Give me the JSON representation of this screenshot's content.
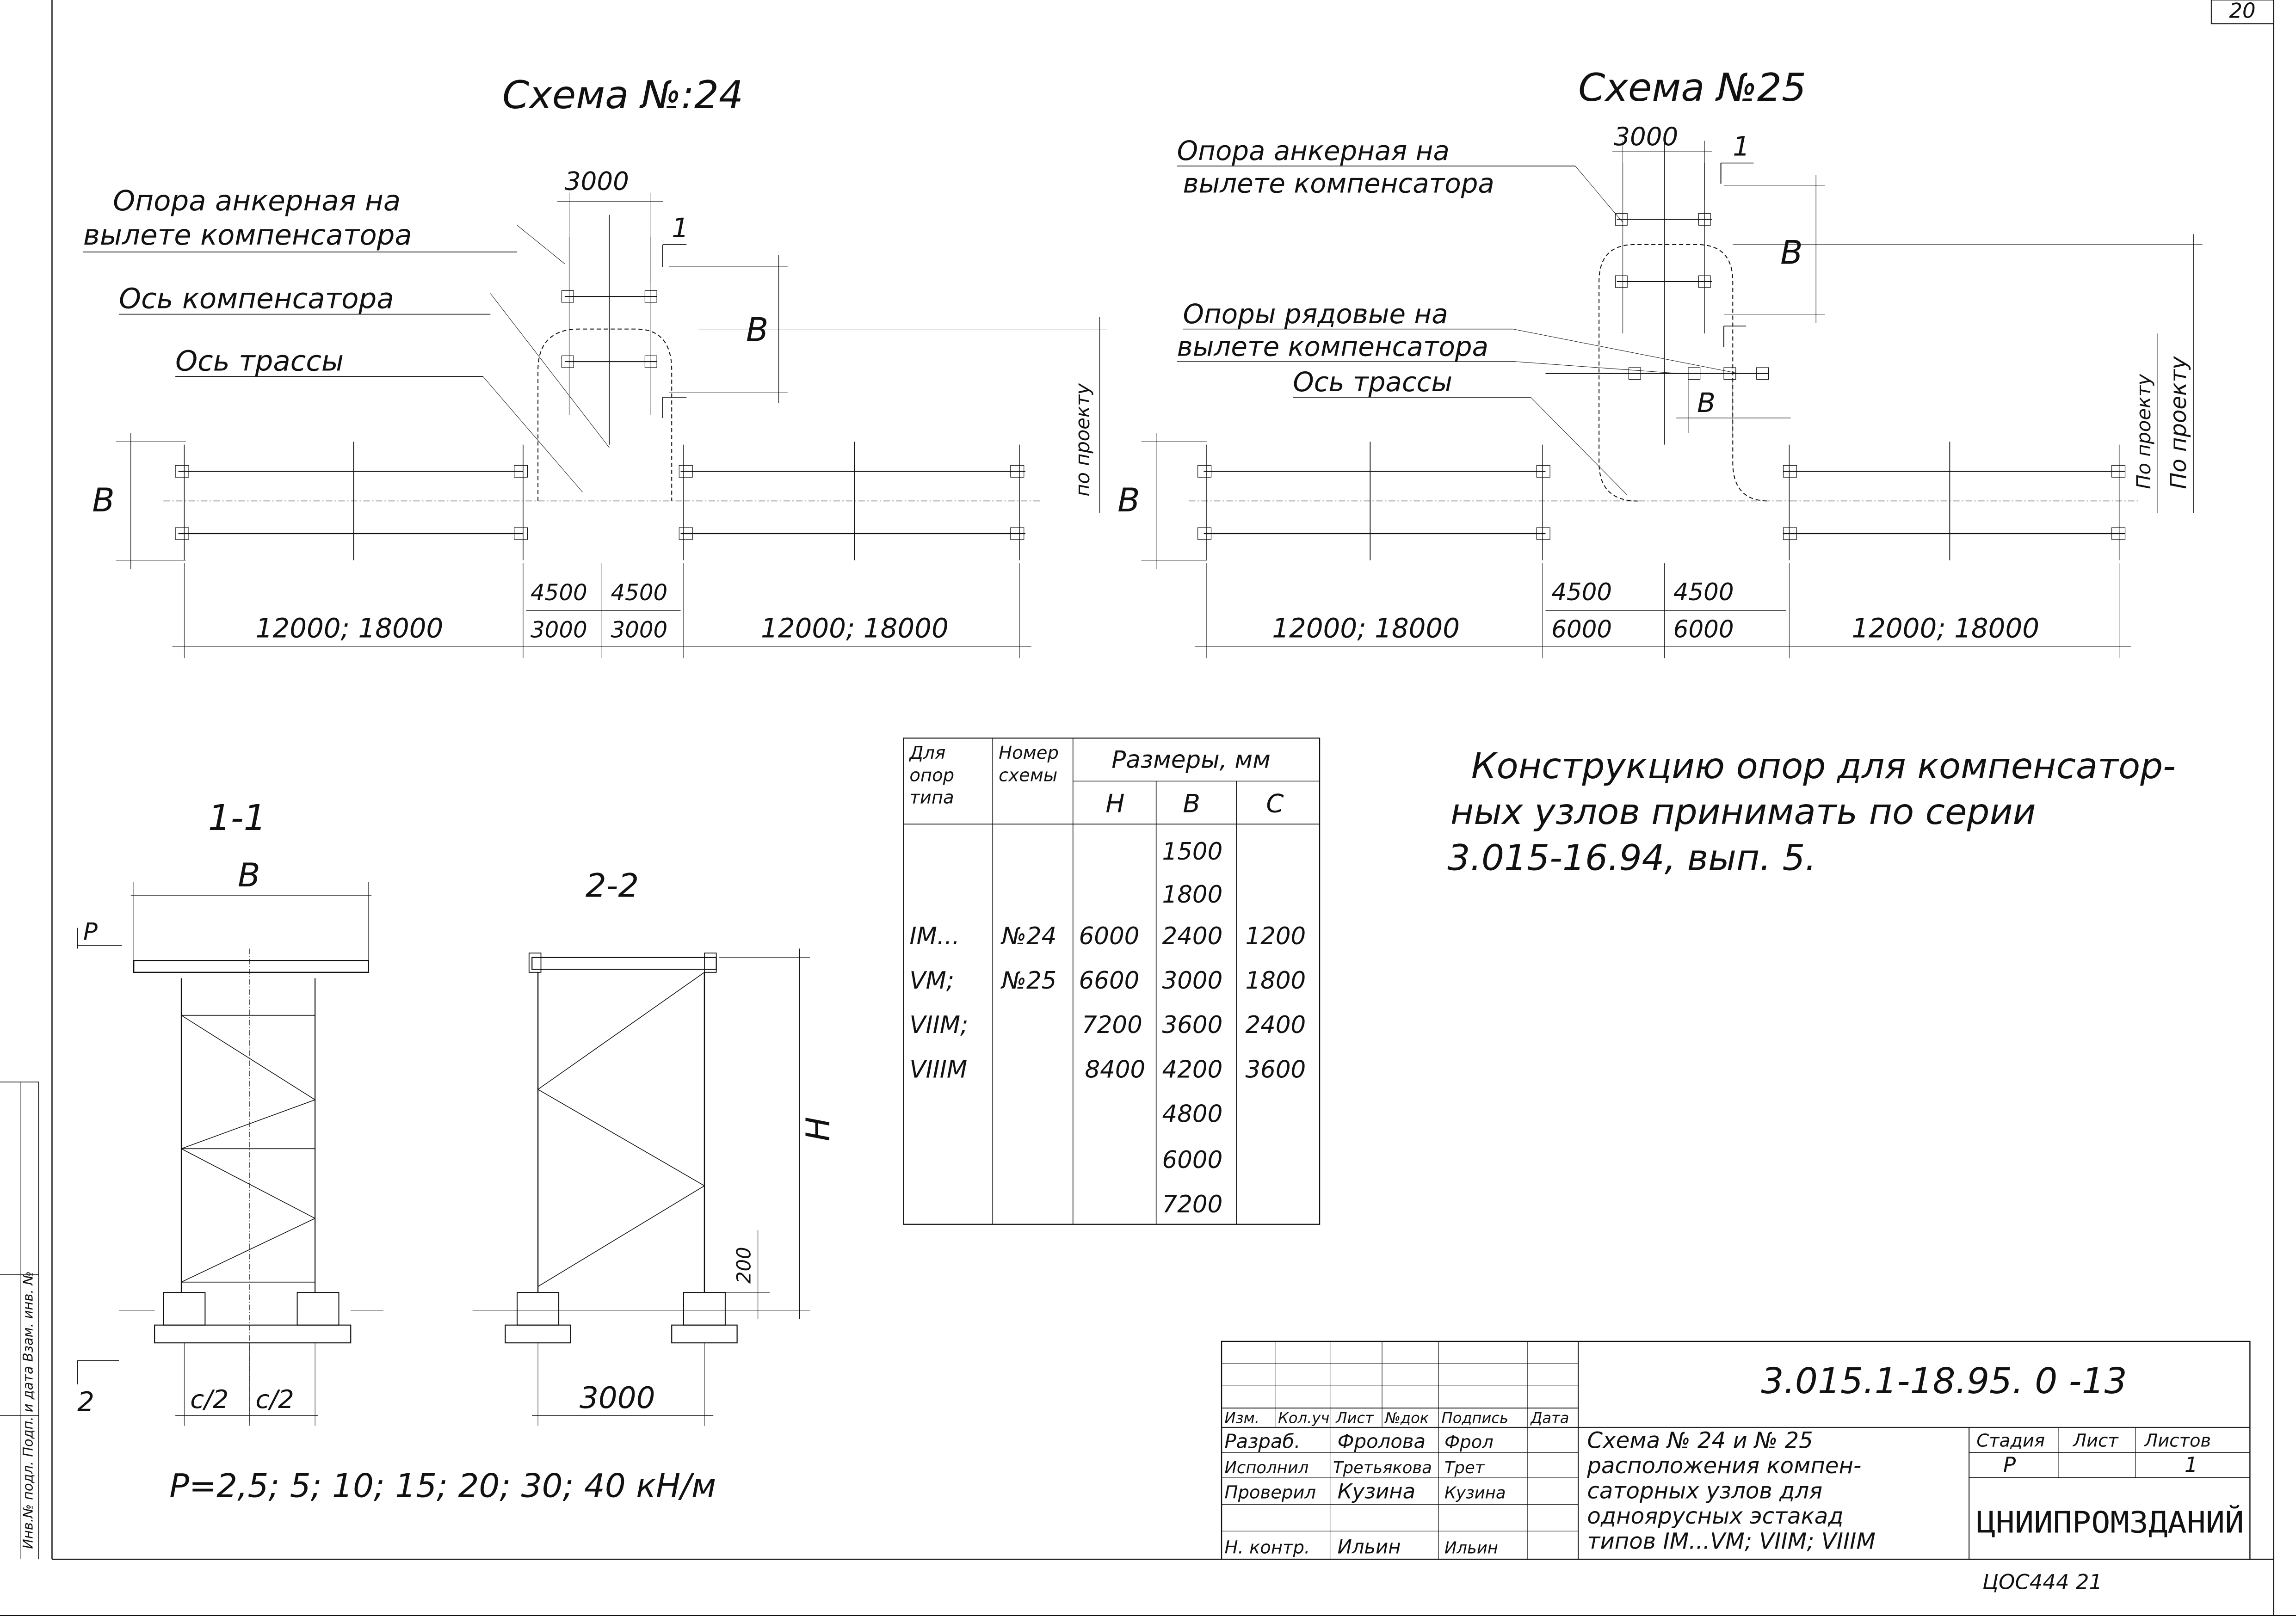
{
  "sheet": {
    "corner_number": "20",
    "stamp_code": "ЦОС444   21"
  },
  "scheme24": {
    "title": "Схема №:24",
    "label_anchor_1": "Опора анкерная на",
    "label_anchor_2": "вылете компенсатора",
    "label_comp_axis": "Ось компенсатора",
    "label_route_axis": "Ось трассы",
    "dim_top": "3000",
    "dim_left_12": "12000; 18000",
    "dim_right_12": "12000; 18000",
    "dim_mid_a1": "4500",
    "dim_mid_a2": "3000",
    "dim_mid_b1": "4500",
    "dim_mid_b2": "3000",
    "b_left": "В",
    "b_right": "В",
    "po_proektu": "по проекту",
    "section_mark": "1"
  },
  "scheme25": {
    "title": "Схема №25",
    "label_anchor_1": "Опора анкерная на",
    "label_anchor_2": "вылете компенсатора",
    "label_row_1": "Опоры рядовые на",
    "label_row_2": "вылете компенсатора",
    "label_route_axis": "Ось трассы",
    "dim_top": "3000",
    "dim_left_12": "12000; 18000",
    "dim_right_12": "12000; 18000",
    "dim_mid_a1": "4500",
    "dim_mid_a2": "6000",
    "dim_mid_b1": "4500",
    "dim_mid_b2": "6000",
    "b_left": "В",
    "b_top": "В",
    "b_mid": "В",
    "po_proektu_1": "По проекту",
    "po_proektu_2": "По проекту",
    "section_mark": "1"
  },
  "section11": {
    "title": "1-1",
    "b": "В",
    "p": "Р",
    "c_half_1": "с/2",
    "c_half_2": "с/2",
    "mark2": "2"
  },
  "section22": {
    "title": "2-2",
    "h": "Н",
    "dim_200": "200",
    "dim_3000": "3000"
  },
  "loads": "Р=2,5; 5; 10; 15; 20; 30; 40 кН/м",
  "note": {
    "line1": "Конструкцию опор для компенсатор-",
    "line2": "ных узлов принимать по серии",
    "line3": "3.015-16.94, вып. 5."
  },
  "table": {
    "h_type": [
      "Для",
      "опор",
      "типа"
    ],
    "h_scheme": [
      "Номер",
      "схемы"
    ],
    "h_sizes": "Размеры, мм",
    "h_H": "Н",
    "h_B": "В",
    "h_C": "С",
    "types": [
      "IМ...",
      "VМ;",
      "VIIМ;",
      "VIIIМ"
    ],
    "schemes": [
      "№24",
      "№25"
    ],
    "H": [
      "6000",
      "6600",
      "7200",
      "8400"
    ],
    "B": [
      "1500",
      "1800",
      "2400",
      "3000",
      "3600",
      "4200",
      "4800",
      "6000",
      "7200"
    ],
    "C": [
      "1200",
      "1800",
      "2400",
      "3600"
    ]
  },
  "title_block": {
    "code": "3.015.1-18.95. 0 -13",
    "heads": [
      "Изм.",
      "Кол.уч",
      "Лист",
      "№док",
      "Подпись",
      "Дата"
    ],
    "rows": [
      {
        "role": "Разраб.",
        "name": "Фролова",
        "sign": "Фрол"
      },
      {
        "role": "Исполнил",
        "name": "Третьякова",
        "sign": "Трет"
      },
      {
        "role": "Проверил",
        "name": "Кузина",
        "sign": "Кузина"
      },
      {
        "role": "Н. контр.",
        "name": "Ильин",
        "sign": "Ильин"
      }
    ],
    "desc": [
      "Схема № 24 и № 25",
      "расположения компен-",
      "саторных узлов для",
      "одноярусных эстакад",
      "типов IМ...VМ; VIIМ; VIIIМ"
    ],
    "stage_h": "Стадия",
    "sheet_h": "Лист",
    "sheets_h": "Листов",
    "stage": "Р",
    "sheet": "",
    "sheets": "1",
    "org": "ЦНИИПРОМЗДАНИЙ"
  },
  "margin_stamp": "Инв.№ подл.   Подп. и дата   Взам. инв. №"
}
